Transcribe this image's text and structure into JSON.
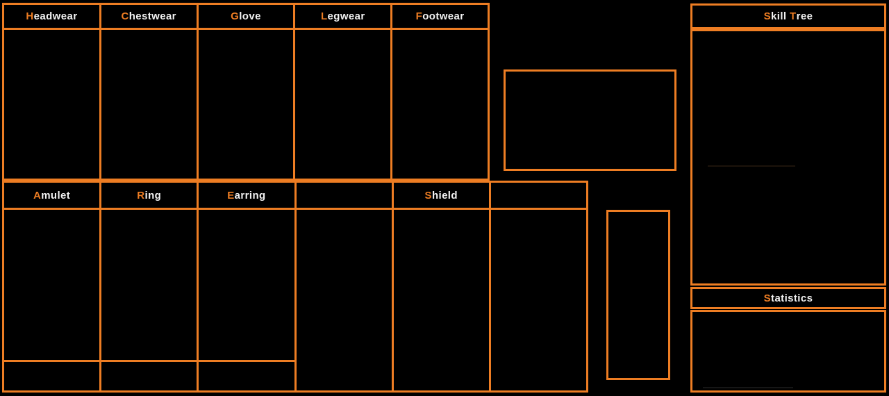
{
  "colors": {
    "background": "#000000",
    "border_orange": "#ED7D23",
    "hotkey_orange": "#ED7D23",
    "label_white": "#F2F2F2"
  },
  "equipment": {
    "top_row": {
      "slots": [
        {
          "label": "Headwear",
          "hotkey": "H",
          "rest": "eadwear"
        },
        {
          "label": "Chestwear",
          "hotkey": "C",
          "rest": "hestwear"
        },
        {
          "label": "Glove",
          "hotkey": "G",
          "rest": "love"
        },
        {
          "label": "Legwear",
          "hotkey": "L",
          "rest": "egwear"
        },
        {
          "label": "Footwear",
          "hotkey": "F",
          "rest": "ootwear"
        }
      ]
    },
    "bottom_row": {
      "slots": [
        {
          "label": "Amulet",
          "hotkey": "A",
          "rest": "mulet"
        },
        {
          "label": "Ring",
          "hotkey": "R",
          "rest": "ing"
        },
        {
          "label": "Earring",
          "hotkey": "E",
          "rest": "arring"
        },
        {
          "label": "",
          "hotkey": "",
          "rest": ""
        },
        {
          "label": "Shield",
          "hotkey": "S",
          "rest": "hield"
        },
        {
          "label": "",
          "hotkey": "",
          "rest": ""
        }
      ]
    }
  },
  "panels": {
    "skill_tree": {
      "title": "Skill Tree",
      "hotkey1": "S",
      "rest1": "kill ",
      "hotkey2": "T",
      "rest2": "ree"
    },
    "statistics": {
      "title": "Statistics",
      "hotkey": "S",
      "rest": "tatistics"
    }
  }
}
